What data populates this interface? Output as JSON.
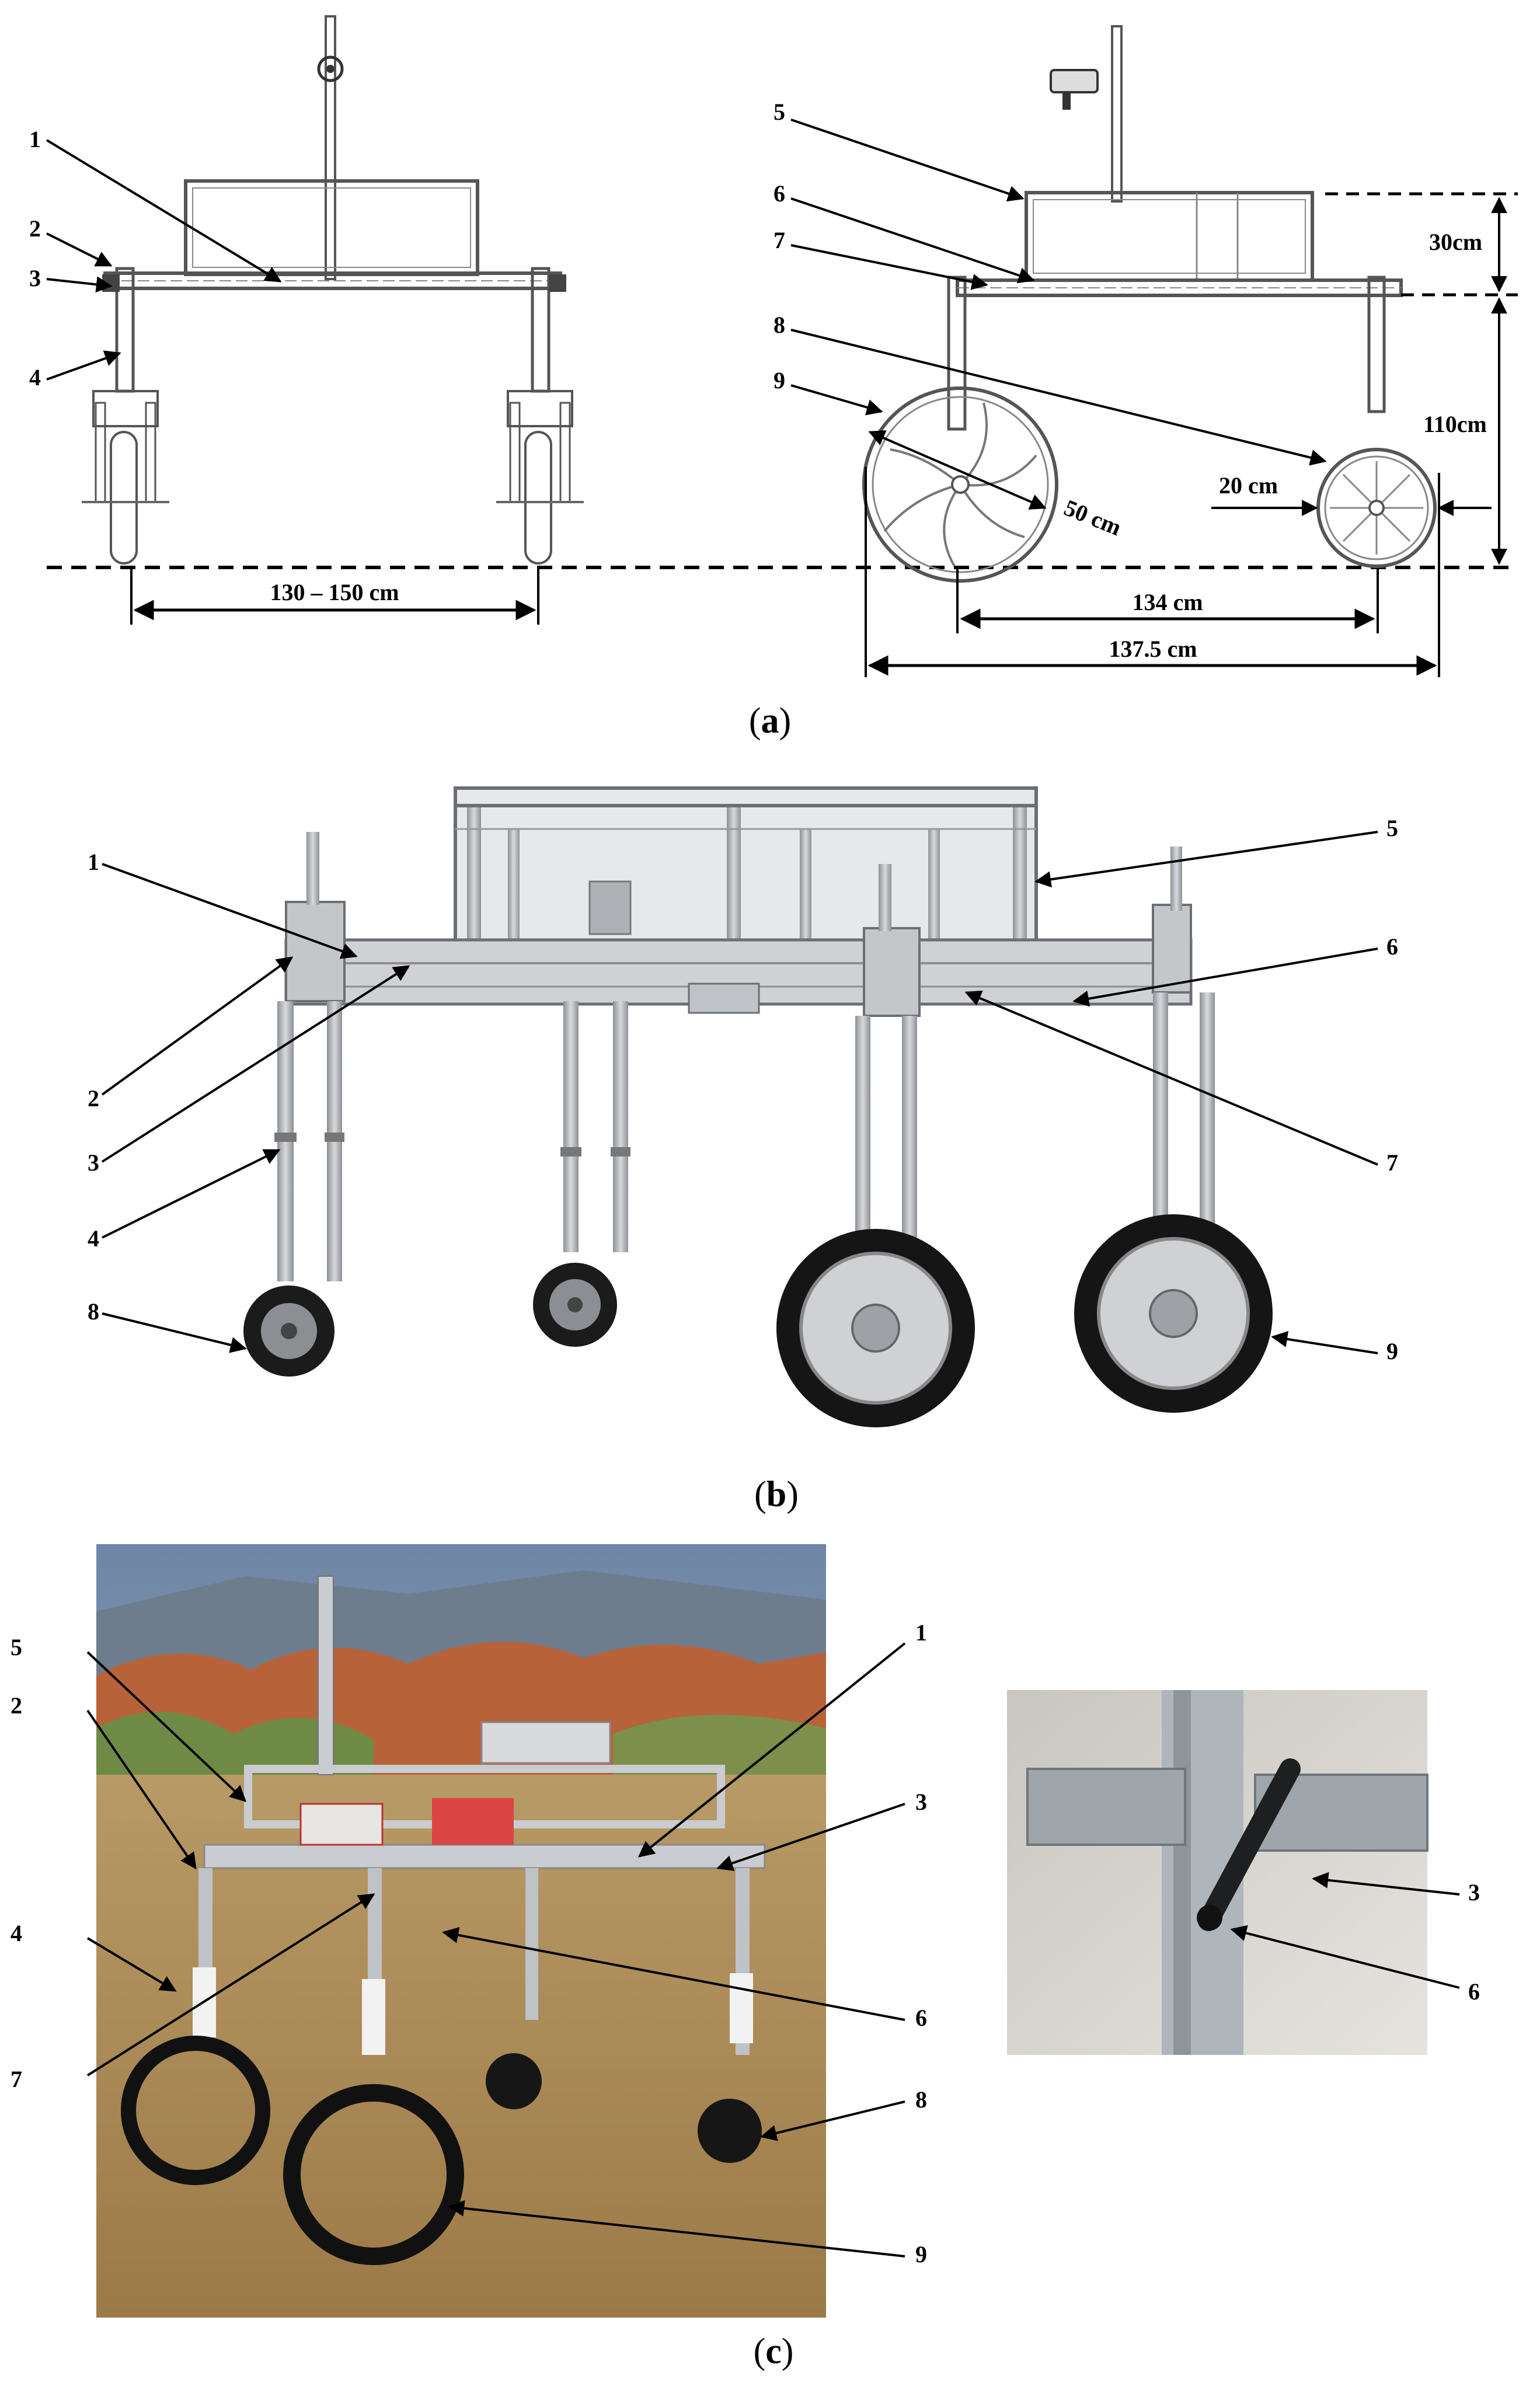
{
  "panel_a": {
    "caption_open": "(",
    "caption_letter": "a",
    "caption_close": ")",
    "left_view": {
      "part_labels": [
        "1",
        "2",
        "3",
        "4"
      ],
      "dimension": "130 – 150 cm"
    },
    "right_view": {
      "part_labels": [
        "5",
        "6",
        "7",
        "8",
        "9"
      ],
      "dim_height_top": "30cm",
      "dim_height_bottom": "110cm",
      "dim_large_wheel": "50 cm",
      "dim_small_wheel": "20 cm",
      "dim_wheelbase": "134 cm",
      "dim_overall_length": "137.5 cm"
    }
  },
  "panel_b": {
    "caption_open": "(",
    "caption_letter": "b",
    "caption_close": ")",
    "part_labels": [
      "1",
      "2",
      "3",
      "4",
      "5",
      "6",
      "7",
      "8",
      "9"
    ]
  },
  "panel_c": {
    "caption_open": "(",
    "caption_letter": "c",
    "caption_close": ")",
    "photo_labels": [
      "1",
      "2",
      "3",
      "4",
      "5",
      "6",
      "7",
      "8",
      "9"
    ],
    "detail_labels": [
      "3",
      "6"
    ]
  },
  "colors": {
    "line": "#000000",
    "frame": "#555555",
    "sky": "#8fa7c4",
    "trees": "#b8623a",
    "ground": "#b08a55",
    "aluminum": "#b9bcc0"
  }
}
